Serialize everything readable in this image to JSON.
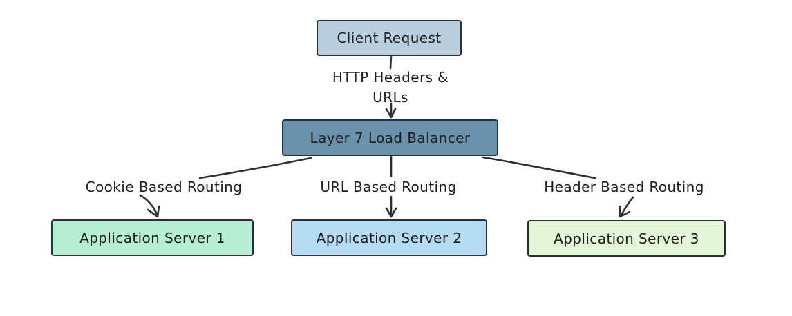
{
  "canvas": {
    "background_color": "#ffffff",
    "stroke_color": "#2b2f33",
    "text_color": "#1e1e1e"
  },
  "nodes": {
    "client": {
      "label": "Client Request",
      "fill": "#b9cfe0"
    },
    "load_balancer": {
      "label": "Layer 7 Load Balancer",
      "fill": "#6b92ad"
    },
    "server1": {
      "label": "Application Server 1",
      "fill": "#b5eed3"
    },
    "server2": {
      "label": "Application Server 2",
      "fill": "#b6dcf4"
    },
    "server3": {
      "label": "Application Server 3",
      "fill": "#e3f6d8"
    }
  },
  "edge_labels": {
    "client_to_lb": "HTTP Headers & URLs",
    "lb_to_server1": "Cookie Based Routing",
    "lb_to_server2": "URL Based Routing",
    "lb_to_server3": "Header Based Routing"
  }
}
